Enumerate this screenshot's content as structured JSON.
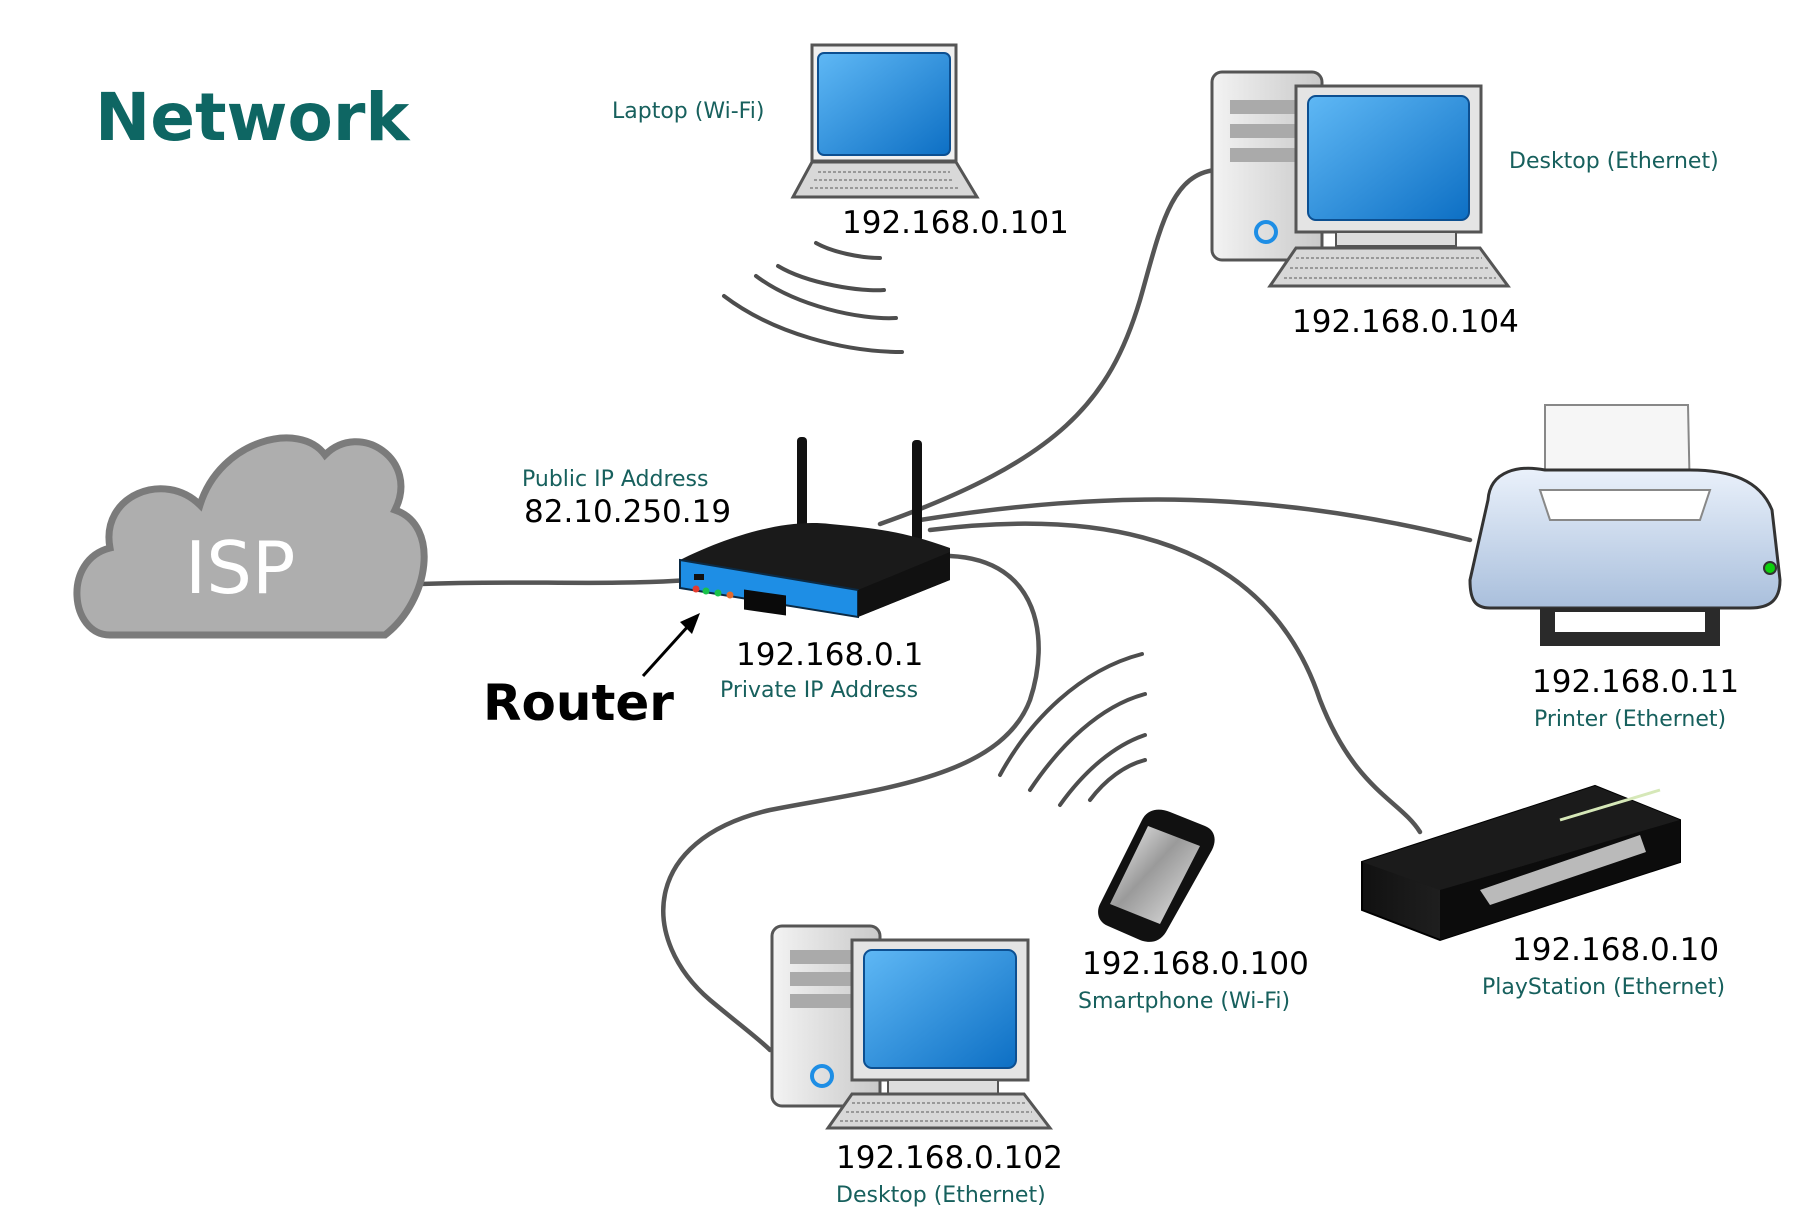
{
  "title": "Network",
  "colors": {
    "title": "#0e6663",
    "label": "#17605d",
    "cable": "#555555",
    "cloud": "#aeaeae",
    "cloud_stroke": "#7b7b7b",
    "screen_blue": "#1a8bde",
    "router_blue": "#1e8ee5"
  },
  "isp": {
    "label": "ISP",
    "icon": "cloud-icon"
  },
  "router": {
    "public_ip_label": "Public IP Address",
    "public_ip": "82.10.250.19",
    "private_ip": "192.168.0.1",
    "private_ip_label": "Private IP Address",
    "callout": "Router",
    "icon": "wireless-router-icon"
  },
  "devices": {
    "laptop": {
      "label": "Laptop (Wi-Fi)",
      "ip": "192.168.0.101",
      "icon": "laptop-icon"
    },
    "desktop_top": {
      "label": "Desktop (Ethernet)",
      "ip": "192.168.0.104",
      "icon": "desktop-computer-icon"
    },
    "printer": {
      "label": "Printer (Ethernet)",
      "ip": "192.168.0.11",
      "icon": "printer-icon"
    },
    "playstation": {
      "label": "PlayStation (Ethernet)",
      "ip": "192.168.0.10",
      "icon": "game-console-icon"
    },
    "smartphone": {
      "label": "Smartphone (Wi-Fi)",
      "ip": "192.168.0.100",
      "icon": "smartphone-icon"
    },
    "desktop_bottom": {
      "label": "Desktop (Ethernet)",
      "ip": "192.168.0.102",
      "icon": "desktop-computer-icon"
    }
  }
}
